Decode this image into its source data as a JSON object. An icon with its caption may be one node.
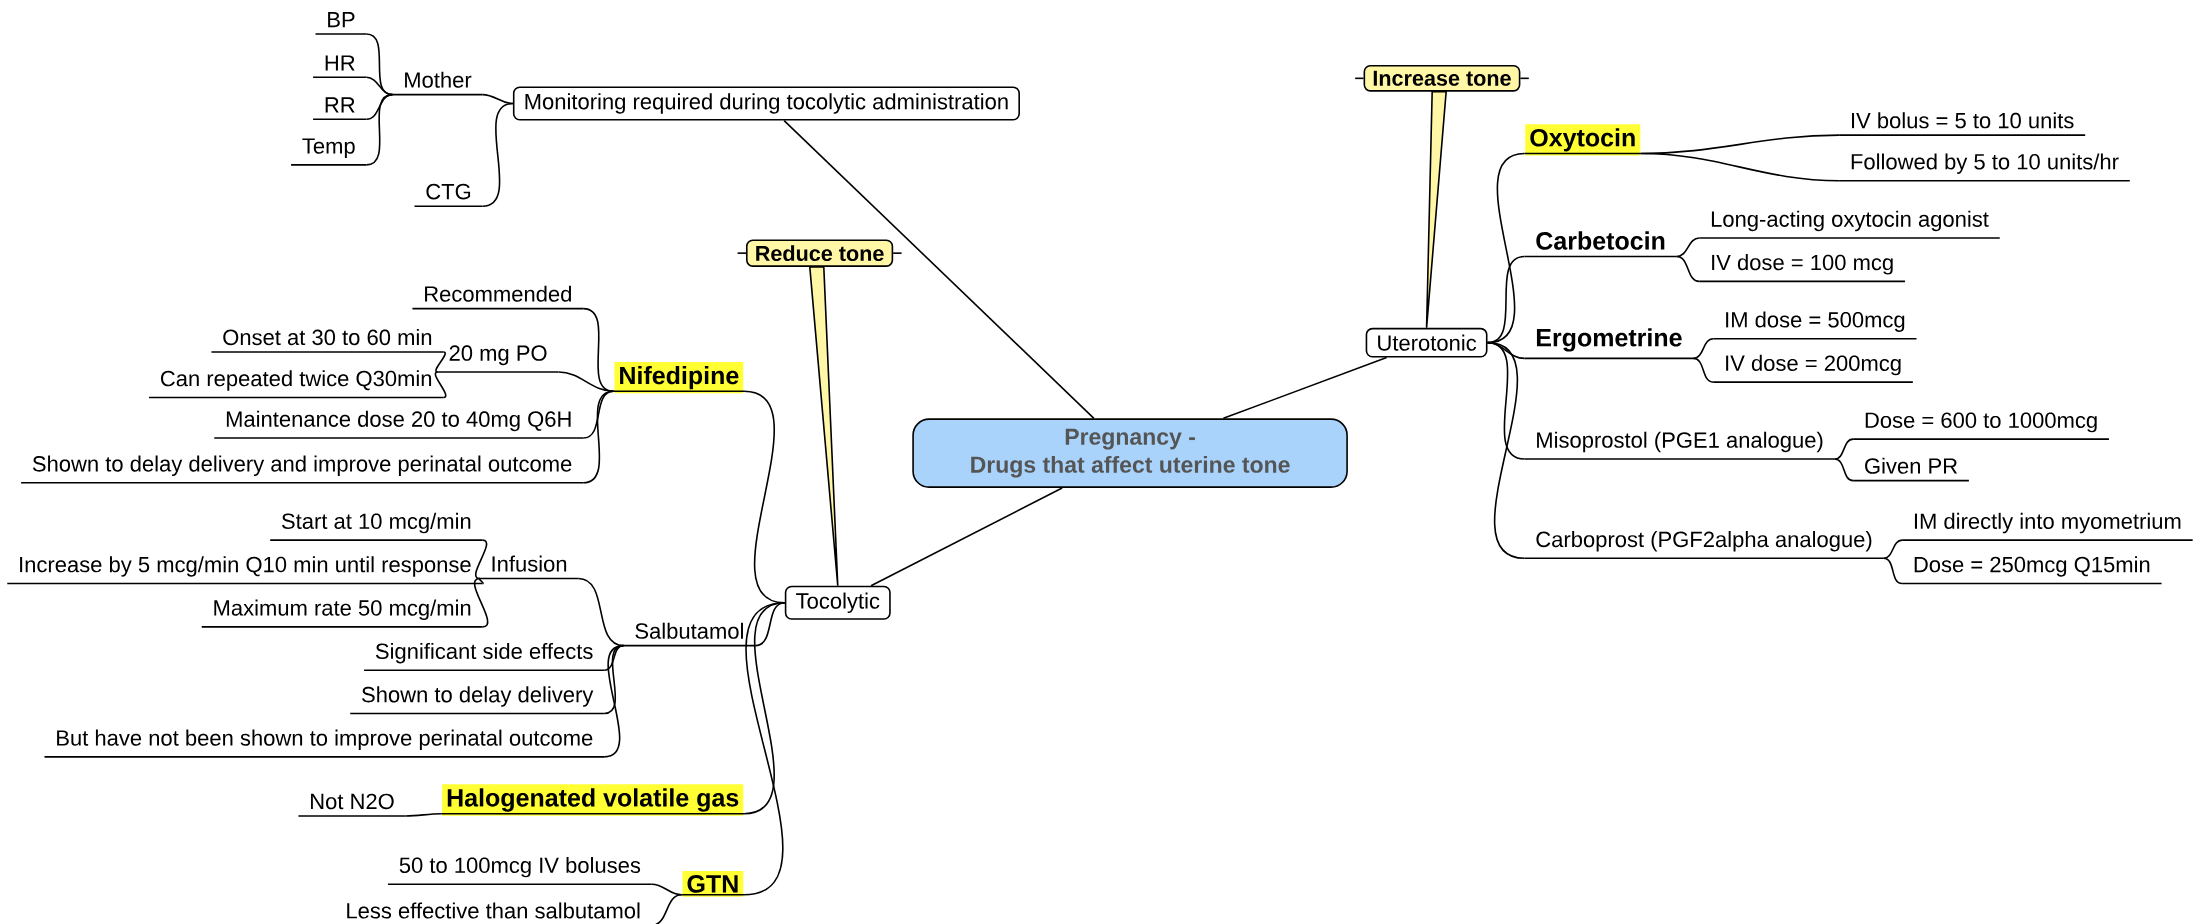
{
  "diagram": {
    "nodes": [
      {
        "text": [
          "Pregnancy -",
          "Drugs that affect uterine tone"
        ]
      },
      {
        "text": [
          "Monitoring required during tocolytic administration"
        ]
      },
      {
        "text": [
          "Mother"
        ]
      },
      {
        "text": [
          "BP"
        ]
      },
      {
        "text": [
          "HR"
        ]
      },
      {
        "text": [
          "RR"
        ]
      },
      {
        "text": [
          "Temp"
        ]
      },
      {
        "text": [
          "CTG"
        ]
      },
      {
        "text": [
          "Tocolytic"
        ]
      },
      {
        "text": [
          "Reduce tone"
        ]
      },
      {
        "text": [
          "Nifedipine"
        ]
      },
      {
        "text": [
          "Recommended"
        ]
      },
      {
        "text": [
          "20 mg PO"
        ]
      },
      {
        "text": [
          "Onset at 30 to 60 min"
        ]
      },
      {
        "text": [
          "Can repeated twice Q30min"
        ]
      },
      {
        "text": [
          "Maintenance dose 20 to 40mg Q6H"
        ]
      },
      {
        "text": [
          "Shown to delay delivery and improve perinatal outcome"
        ]
      },
      {
        "text": [
          "Salbutamol"
        ]
      },
      {
        "text": [
          "Infusion"
        ]
      },
      {
        "text": [
          "Start at 10 mcg/min"
        ]
      },
      {
        "text": [
          "Increase by 5 mcg/min Q10 min until response"
        ]
      },
      {
        "text": [
          "Maximum rate 50 mcg/min"
        ]
      },
      {
        "text": [
          "Significant side effects"
        ]
      },
      {
        "text": [
          "Shown to delay delivery"
        ]
      },
      {
        "text": [
          "But have not been shown to improve perinatal outcome"
        ]
      },
      {
        "text": [
          "Halogenated volatile gas"
        ]
      },
      {
        "text": [
          "Not N2O"
        ]
      },
      {
        "text": [
          "GTN"
        ]
      },
      {
        "text": [
          "50 to 100mcg IV boluses"
        ]
      },
      {
        "text": [
          "Less effective than salbutamol"
        ]
      },
      {
        "text": [
          "Uterotonic"
        ]
      },
      {
        "text": [
          "Increase tone"
        ]
      },
      {
        "text": [
          "Oxytocin"
        ]
      },
      {
        "text": [
          "IV bolus = 5 to 10 units"
        ]
      },
      {
        "text": [
          "Followed by 5 to 10 units/hr"
        ]
      },
      {
        "text": [
          "Carbetocin"
        ]
      },
      {
        "text": [
          "Long-acting oxytocin agonist"
        ]
      },
      {
        "text": [
          "IV dose = 100 mcg"
        ]
      },
      {
        "text": [
          "Ergometrine"
        ]
      },
      {
        "text": [
          "IM dose = 500mcg"
        ]
      },
      {
        "text": [
          "IV dose = 200mcg"
        ]
      },
      {
        "text": [
          "Misoprostol (PGE1 analogue)"
        ]
      },
      {
        "text": [
          "Dose = 600 to 1000mcg"
        ]
      },
      {
        "text": [
          "Given PR"
        ]
      },
      {
        "text": [
          "Carboprost (PGF2alpha analogue)"
        ]
      },
      {
        "text": [
          "IM directly into myometrium"
        ]
      },
      {
        "text": [
          "Dose = 250mcg Q15min"
        ]
      }
    ],
    "edges": [
      {
        "from": 0,
        "to": 1,
        "arrow": "none"
      },
      {
        "from": 1,
        "to": 2,
        "arrow": "none"
      },
      {
        "from": 2,
        "to": 3,
        "arrow": "none"
      },
      {
        "from": 2,
        "to": 4,
        "arrow": "none"
      },
      {
        "from": 2,
        "to": 5,
        "arrow": "none"
      },
      {
        "from": 2,
        "to": 6,
        "arrow": "none"
      },
      {
        "from": 1,
        "to": 7,
        "arrow": "none"
      },
      {
        "from": 0,
        "to": 8,
        "arrow": "none"
      },
      {
        "from": 9,
        "to": 8,
        "arrow": "none"
      },
      {
        "from": 8,
        "to": 10,
        "arrow": "none"
      },
      {
        "from": 10,
        "to": 11,
        "arrow": "none"
      },
      {
        "from": 10,
        "to": 12,
        "arrow": "none"
      },
      {
        "from": 12,
        "to": 13,
        "arrow": "none"
      },
      {
        "from": 12,
        "to": 14,
        "arrow": "none"
      },
      {
        "from": 10,
        "to": 15,
        "arrow": "none"
      },
      {
        "from": 10,
        "to": 16,
        "arrow": "none"
      },
      {
        "from": 8,
        "to": 17,
        "arrow": "none"
      },
      {
        "from": 17,
        "to": 18,
        "arrow": "none"
      },
      {
        "from": 18,
        "to": 19,
        "arrow": "none"
      },
      {
        "from": 18,
        "to": 20,
        "arrow": "none"
      },
      {
        "from": 18,
        "to": 21,
        "arrow": "none"
      },
      {
        "from": 17,
        "to": 22,
        "arrow": "none"
      },
      {
        "from": 17,
        "to": 23,
        "arrow": "none"
      },
      {
        "from": 17,
        "to": 24,
        "arrow": "none"
      },
      {
        "from": 8,
        "to": 25,
        "arrow": "none"
      },
      {
        "from": 25,
        "to": 26,
        "arrow": "none"
      },
      {
        "from": 8,
        "to": 27,
        "arrow": "none"
      },
      {
        "from": 27,
        "to": 28,
        "arrow": "none"
      },
      {
        "from": 27,
        "to": 29,
        "arrow": "none"
      },
      {
        "from": 0,
        "to": 30,
        "arrow": "none"
      },
      {
        "from": 31,
        "to": 30,
        "arrow": "none"
      },
      {
        "from": 30,
        "to": 32,
        "arrow": "none"
      },
      {
        "from": 32,
        "to": 33,
        "arrow": "none"
      },
      {
        "from": 32,
        "to": 34,
        "arrow": "none"
      },
      {
        "from": 30,
        "to": 35,
        "arrow": "none"
      },
      {
        "from": 35,
        "to": 36,
        "arrow": "none"
      },
      {
        "from": 35,
        "to": 37,
        "arrow": "none"
      },
      {
        "from": 30,
        "to": 38,
        "arrow": "none"
      },
      {
        "from": 38,
        "to": 39,
        "arrow": "none"
      },
      {
        "from": 38,
        "to": 40,
        "arrow": "none"
      },
      {
        "from": 30,
        "to": 41,
        "arrow": "none"
      },
      {
        "from": 41,
        "to": 42,
        "arrow": "none"
      },
      {
        "from": 41,
        "to": 43,
        "arrow": "none"
      },
      {
        "from": 30,
        "to": 44,
        "arrow": "none"
      },
      {
        "from": 44,
        "to": 45,
        "arrow": "none"
      },
      {
        "from": 44,
        "to": 46,
        "arrow": "none"
      }
    ]
  }
}
